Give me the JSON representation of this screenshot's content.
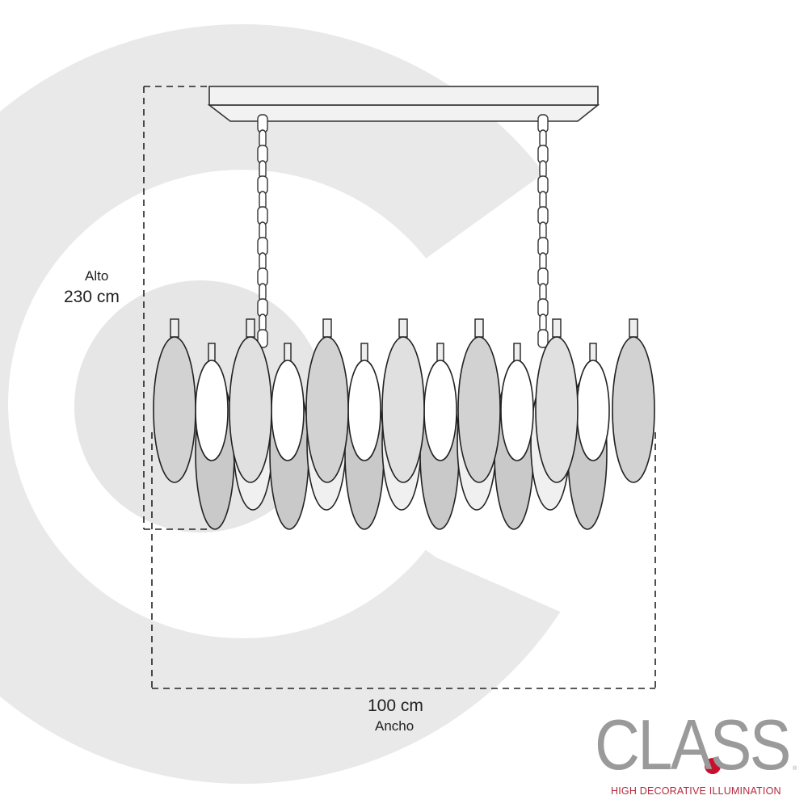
{
  "dimensions": {
    "height_label": "Alto",
    "height_value": "230 cm",
    "width_value": "100 cm",
    "width_label": "Ancho"
  },
  "logo": {
    "wordmark": "CLASS",
    "tagline": "HIGH DECORATIVE ILLUMINATION",
    "registered": "®",
    "accent_color": "#c8102e",
    "text_color": "#9a9a9a"
  }
}
